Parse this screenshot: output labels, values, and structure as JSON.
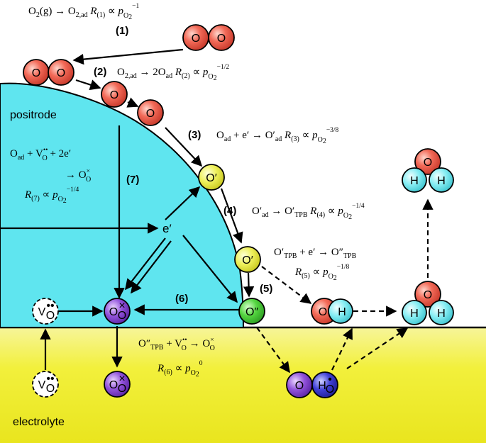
{
  "regions": {
    "positrode": "positrode",
    "electrolyte": "electrolyte"
  },
  "colors": {
    "positrode": "#5fe5ef",
    "electrolyte": "#f2f03c",
    "oxygen": "#ef5a4c",
    "oxygen_adsorbed": "#ecee52",
    "oxygen_tpb": "#49d13c",
    "oxygen_lattice": "#8d4bd6",
    "hydrogen": "#7de9f0",
    "proton_defect": "#3a3ad0"
  },
  "atoms": {
    "oxygen": "O",
    "oxygen_ion_ad": "O′",
    "oxygen_ion_tpb": "O″",
    "oxygen_lattice": "O",
    "oxygen_lattice_sub": "O",
    "oxygen_lattice_charge": "×",
    "vacancy": "V",
    "vacancy_sub": "O",
    "vacancy_charge": "••",
    "hydrogen": "H",
    "hydroxide_defect": "H",
    "hydroxide_defect_sub": "O",
    "hydroxide_defect_charge": "•"
  },
  "electron": "e′",
  "steps": [
    "(1)",
    "(2)",
    "(3)",
    "(4)",
    "(5)",
    "(6)",
    "(7)"
  ]
}
